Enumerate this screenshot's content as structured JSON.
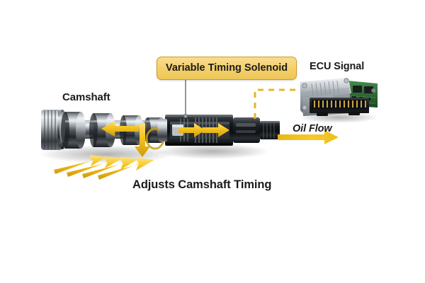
{
  "diagram": {
    "title": "Variable Timing Solenoid",
    "background_color": "#ffffff",
    "callout": {
      "label": "Variable Timing Solenoid",
      "fill_color": "#f3ce68",
      "border_color": "#d79a1e",
      "text_color": "#1b1b1b"
    },
    "labels": {
      "camshaft": "Camshaft",
      "ecu_signal": "ECU Signal",
      "oil_flow": "Oil Flow",
      "caption": "Adjusts Camshaft Timing"
    },
    "colors": {
      "oil_yellow": "#f2c01e",
      "oil_yellow_light": "#ffdc5a",
      "oil_yellow_dark": "#d09a0c",
      "signal_dash": "#e8b528",
      "metal_light": "#e8eaec",
      "metal_mid": "#9aa0a6",
      "metal_dark": "#3a3f45",
      "body_black": "#17191c",
      "pcb_green": "#2f6b34",
      "pcb_green_dark": "#1d4a22",
      "connector_gold": "#c8a24a",
      "text_dark": "#1b1b1b",
      "leader_gray": "#6e7378"
    },
    "components": [
      {
        "name": "camshaft",
        "description": "Steel camshaft with four lobes and bearing journals",
        "label": "Camshaft"
      },
      {
        "name": "variable-timing-solenoid",
        "description": "Cutaway solenoid valve body showing internal coil windings, spool and oil passages",
        "label": "Variable Timing Solenoid"
      },
      {
        "name": "ecu-module",
        "description": "Engine control unit with aluminium housing, green circuit board and gold pin connector",
        "label": "ECU Signal"
      }
    ],
    "flow_arrows": [
      {
        "name": "oil-inlet-arrow-1",
        "direction": "up-right",
        "color": "#f2c01e"
      },
      {
        "name": "oil-inlet-arrow-2",
        "direction": "up-right",
        "color": "#f2c01e"
      },
      {
        "name": "oil-inlet-arrow-3",
        "direction": "up-right",
        "color": "#f2c01e"
      },
      {
        "name": "oil-inlet-arrow-4",
        "direction": "up-right",
        "color": "#f2c01e"
      },
      {
        "name": "camshaft-feed-arrow",
        "direction": "left",
        "color": "#f2c01e"
      },
      {
        "name": "oil-drop-arrow",
        "direction": "down",
        "color": "#f2c01e"
      },
      {
        "name": "solenoid-internal-arrow-1",
        "direction": "right",
        "color": "#f2c01e"
      },
      {
        "name": "solenoid-internal-arrow-2",
        "direction": "right",
        "color": "#f2c01e"
      },
      {
        "name": "oil-flow-outlet-arrow",
        "direction": "right",
        "color": "#f2c01e",
        "label": "Oil Flow"
      }
    ],
    "signal_path": {
      "name": "ecu-signal-dashed-line",
      "style": "dashed",
      "color": "#e8b528",
      "from": "variable-timing-solenoid",
      "to": "ecu-module"
    }
  }
}
